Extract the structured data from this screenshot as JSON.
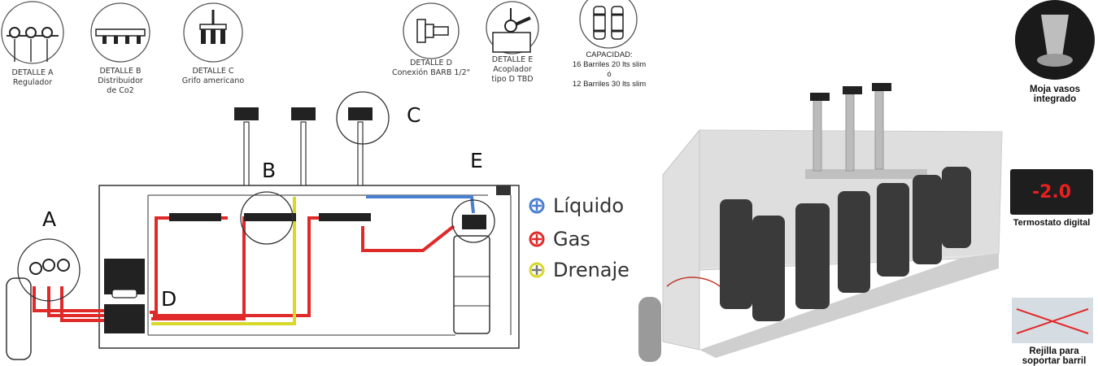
{
  "details": {
    "a": {
      "title": "DETALLE A",
      "sub": "Regulador"
    },
    "b": {
      "title": "DETALLE B",
      "sub1": "Distribuidor",
      "sub2": "de Co2"
    },
    "c": {
      "title": "DETALLE C",
      "sub": "Grifo americano"
    },
    "d": {
      "title": "DETALLE D",
      "sub": "Conexión BARB 1/2\""
    },
    "e": {
      "title": "DETALLE E",
      "sub1": "Acoplador",
      "sub2": "tipo D TBD"
    }
  },
  "capacity": {
    "title": "CAPACIDAD:",
    "line1": "16 Barriles 20 lts slim",
    "or": "ó",
    "line2": "12 Barriles 30 lts slim"
  },
  "markers": {
    "a": "A",
    "b": "B",
    "c": "C",
    "d": "D",
    "e": "E"
  },
  "legend": [
    {
      "label": "Líquido",
      "color": "#4a7fd0"
    },
    {
      "label": "Gas",
      "color": "#e02a2a"
    },
    {
      "label": "Drenaje",
      "color": "#d8d82a"
    }
  ],
  "features": {
    "glass_rinser": {
      "line1": "Moja vasos",
      "line2": "integrado"
    },
    "thermostat": {
      "label": "Termostato digital",
      "display": "-2.0"
    },
    "rack": {
      "line1": "Rejilla para",
      "line2": "soportar barril"
    }
  }
}
